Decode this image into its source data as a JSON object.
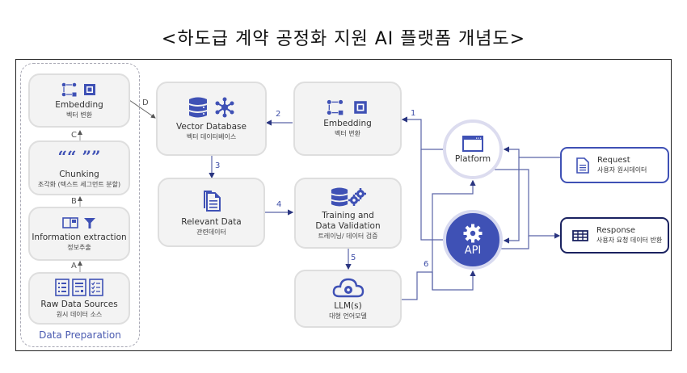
{
  "title": "<하도급 계약 공정화 지원 AI 플랫폼 개념도>",
  "colors": {
    "primary": "#3f51b5",
    "box_bg": "#f3f3f3",
    "box_border": "#dedede",
    "response_border": "#1a2260"
  },
  "data_preparation": {
    "label": "Data Preparation",
    "steps": [
      {
        "en": "Embedding",
        "ko": "벡터 변환",
        "icons": [
          "flow-icon",
          "chip-icon"
        ]
      },
      {
        "en": "Chunking",
        "ko": "조각화 (텍스트 세그먼트 분할)",
        "icons": [
          "quote-icon"
        ]
      },
      {
        "en": "Information extraction",
        "ko": "정보추출",
        "icons": [
          "book-icon",
          "filter-icon"
        ]
      },
      {
        "en": "Raw Data Sources",
        "ko": "원시 데이터 소스",
        "icons": [
          "list-doc-icon",
          "form-doc-icon",
          "checklist-doc-icon"
        ]
      }
    ],
    "arrow_labels": {
      "a": "A",
      "b": "B",
      "c": "C",
      "d": "D"
    }
  },
  "nodes": {
    "vector_db": {
      "en": "Vector Database",
      "ko": "벡터 데이터베이스"
    },
    "embedding": {
      "en": "Embedding",
      "ko": "벡터 변환"
    },
    "relevant": {
      "en": "Relevant Data",
      "ko": "관련데이터"
    },
    "training": {
      "en1": "Training and",
      "en2": "Data Validation",
      "ko": "트레이닝/ 데이터 검증"
    },
    "llm": {
      "en": "LLM(s)",
      "ko": "대형 언어모델"
    },
    "platform": {
      "label": "Platform"
    },
    "api": {
      "label": "API"
    },
    "request": {
      "en": "Request",
      "ko": "사용자 원시데이터"
    },
    "response": {
      "en": "Response",
      "ko": "사용자 요청 데이터 반환"
    }
  },
  "flow_labels": {
    "s1": "1",
    "s2": "2",
    "s3": "3",
    "s4": "4",
    "s5": "5",
    "s6": "6"
  }
}
